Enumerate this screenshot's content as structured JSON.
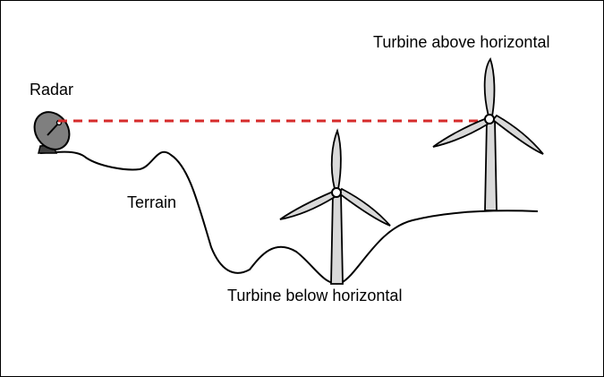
{
  "labels": {
    "radar": "Radar",
    "terrain": "Terrain",
    "turbine_above": "Turbine above horizontal",
    "turbine_below": "Turbine below horizontal"
  },
  "colors": {
    "line_of_sight": "#d62b2b",
    "turbine_fill": "#d9d9d9",
    "radar_fill": "#7f7f7f",
    "outline": "#000000",
    "background": "#ffffff"
  }
}
